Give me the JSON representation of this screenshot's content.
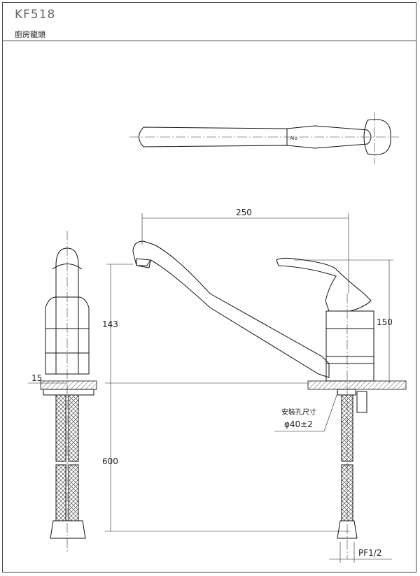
{
  "header": {
    "model": "KF518",
    "product_name": "廚房龍頭"
  },
  "dimensions": {
    "spout_reach": "250",
    "spout_height": "143",
    "total_height": "150",
    "side_offset": "15",
    "hose_length": "600",
    "hole_label": "安裝孔尺寸",
    "hole_size": "φ40±2",
    "thread": "PF1/2"
  }
}
